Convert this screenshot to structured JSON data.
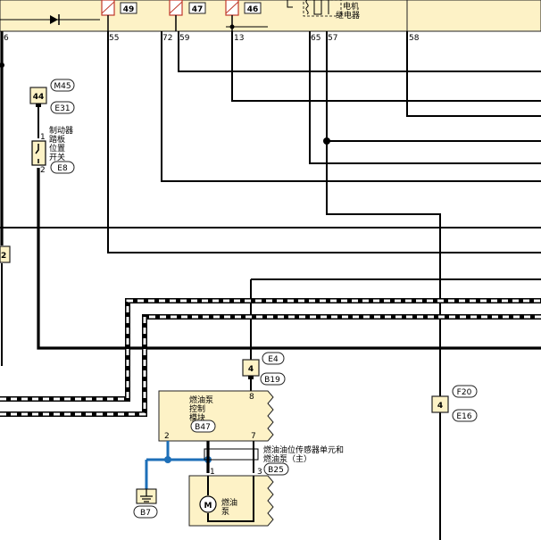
{
  "top_panel": {
    "box_labels": [
      "49",
      "47",
      "46"
    ],
    "relay_label_line1": "电机",
    "relay_label_line2": "继电器"
  },
  "pins_top": [
    "6",
    "55",
    "72",
    "59",
    "13",
    "65",
    "57",
    "58"
  ],
  "connectors": {
    "c44": {
      "box": "44",
      "tags": [
        "M45",
        "E31"
      ],
      "pins": [
        "1",
        "2"
      ]
    },
    "switch": {
      "label_lines": [
        "制动器",
        "踏板",
        "位置",
        "开关"
      ],
      "tag": "E8"
    },
    "left_edge_box": "2",
    "c4_left": {
      "box": "4",
      "tags": [
        "E4",
        "B19"
      ],
      "pin": "8"
    },
    "c4_right": {
      "box": "4",
      "tags": [
        "F20",
        "E16"
      ]
    }
  },
  "module": {
    "label_lines": [
      "燃油泵",
      "控制",
      "模块"
    ],
    "tag": "B47",
    "pins": [
      "2",
      "7"
    ]
  },
  "sensor": {
    "label_lines": [
      "燃油油位传感器单元和",
      "燃油泵（主）"
    ],
    "tag": "B25",
    "pins": [
      "1",
      "3"
    ]
  },
  "pump": {
    "motor_symbol": "M",
    "label_lines": [
      "燃油",
      "泵"
    ]
  },
  "ground": {
    "tag": "B7"
  }
}
